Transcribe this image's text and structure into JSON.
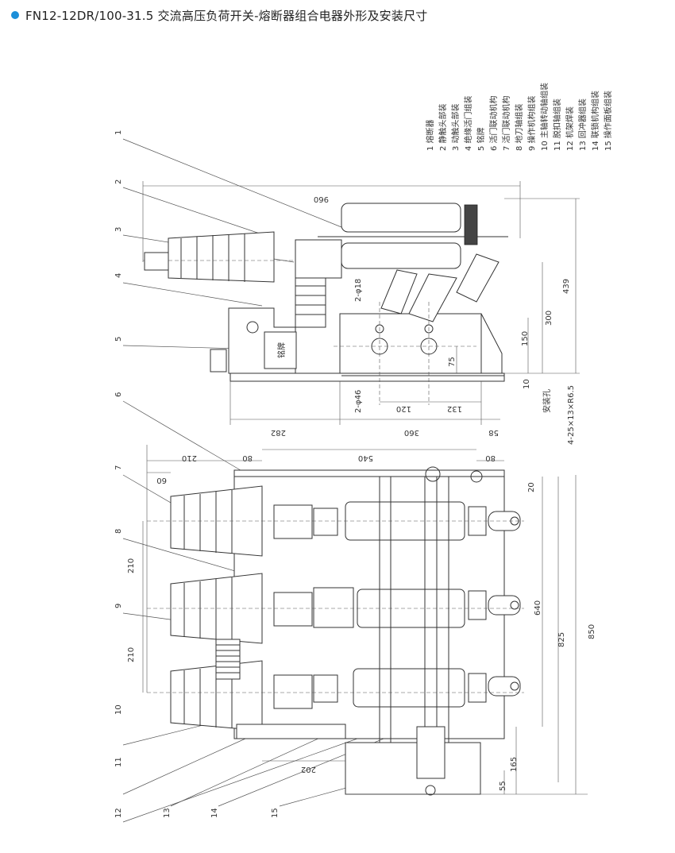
{
  "header": {
    "title": "FN12-12DR/100-31.5 交流高压负荷开关-熔断器组合电器外形及安装尺寸"
  },
  "legend": [
    "1 熔断器",
    "2 静触头部装",
    "3 动触头部装",
    "4 绝缘活门组装",
    "5 铭牌",
    "6 活门联动机构",
    "7 活门联动机构",
    "8 地刀轴组装",
    "9 操作机构组装",
    "10 主轴转动轴组装",
    "11 脱扣轴组装",
    "12 机架焊装",
    "13 回冲器组装",
    "14 联锁机构组装",
    "15 操作面板组装"
  ],
  "callouts": [
    "1",
    "2",
    "3",
    "4",
    "5",
    "6",
    "7",
    "8",
    "9",
    "10",
    "11",
    "12",
    "13",
    "14",
    "15"
  ],
  "nameplate_label": "铭牌",
  "mounting_hole_label": "安装孔",
  "mounting_hole_spec": "4-25×13×R6.5",
  "dimensions_top": {
    "d960": "960",
    "d439": "439",
    "d300": "300",
    "d150": "150",
    "d75": "75",
    "d10": "10",
    "d120": "120",
    "d132": "132",
    "d282": "282",
    "d360": "360",
    "d58": "58",
    "hole_18": "2-φ18",
    "hole_46": "2-φ46"
  },
  "dimensions_bottom": {
    "d210a": "210",
    "d80a": "80",
    "d540": "540",
    "d80b": "80",
    "d60": "60",
    "d20": "20",
    "d210b": "210",
    "d210c": "210",
    "d640": "640",
    "d825": "825",
    "d850": "850",
    "d165": "165",
    "d55": "55",
    "d202": "202"
  }
}
